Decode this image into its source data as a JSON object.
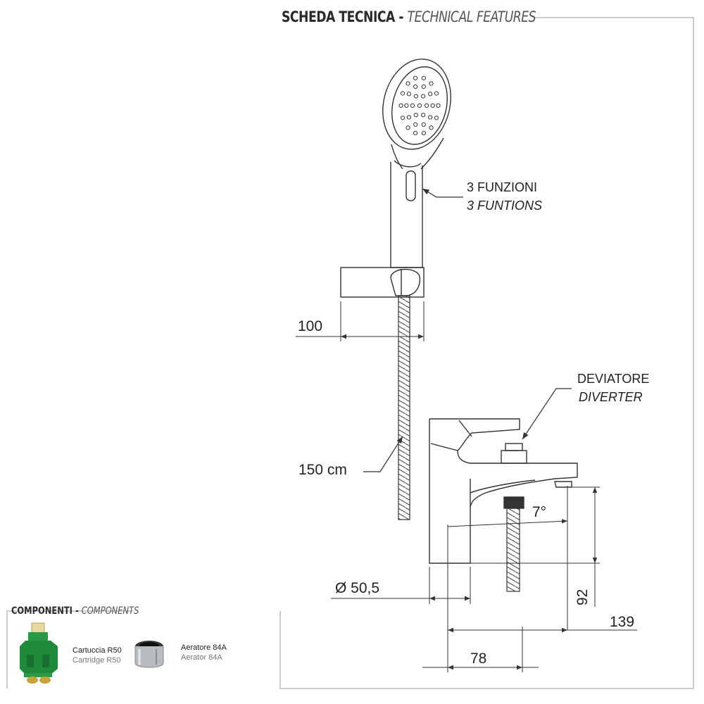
{
  "header": {
    "title_it": "SCHEDA TECNICA",
    "separator": "-",
    "title_en": "TECHNICAL FEATURES"
  },
  "annotations": {
    "functions_it": "3 FUNZIONI",
    "functions_en": "3 FUNTIONS",
    "diverter_it": "DEVIATORE",
    "diverter_en": "DIVERTER"
  },
  "dimensions": {
    "bracket_width": "100",
    "hose_length": "150 cm",
    "diameter": "Ø 50,5",
    "angle": "7°",
    "height": "92",
    "spout_reach": "139",
    "base_to_outlet": "78"
  },
  "components": {
    "title_it": "COMPONENTI",
    "separator": "-",
    "title_en": "COMPONENTS",
    "items": [
      {
        "name_it": "Cartuccia R50",
        "name_en": "Cartridge R50",
        "icon": "cartridge-icon"
      },
      {
        "name_it": "Aeratore 84A",
        "name_en": "Aerator 84A",
        "icon": "aerator-icon"
      }
    ]
  },
  "colors": {
    "line": "#333333",
    "frame": "#bbbbbb",
    "cartridge_green": "#1f8a3a",
    "cartridge_brass": "#c9a23a"
  }
}
